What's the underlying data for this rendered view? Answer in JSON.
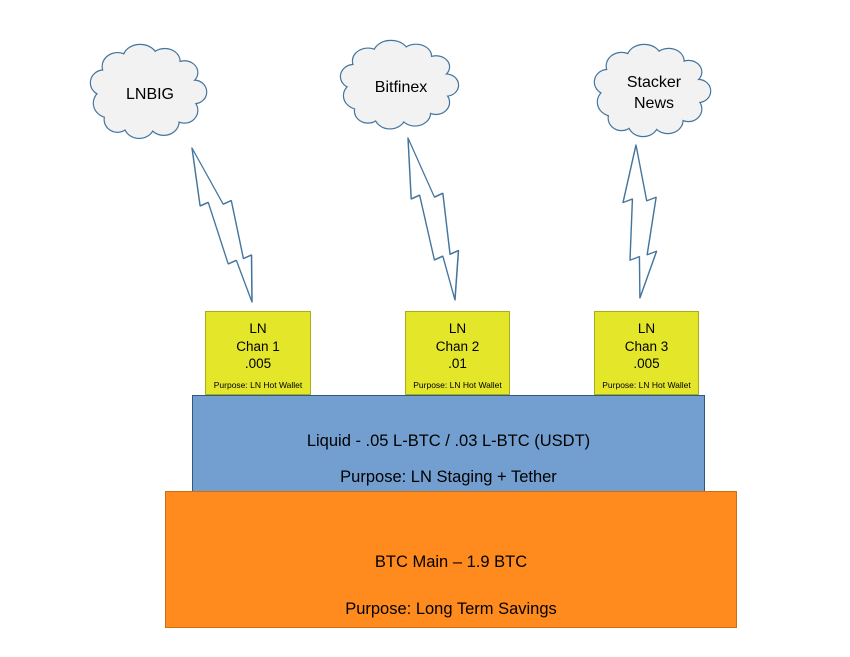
{
  "clouds": [
    {
      "label": "LNBIG"
    },
    {
      "label": "Bitfinex"
    },
    {
      "label": "Stacker News"
    }
  ],
  "channels": [
    {
      "line1": "LN",
      "line2": "Chan 1",
      "line3": ".005",
      "purpose": "Purpose: LN Hot Wallet"
    },
    {
      "line1": "LN",
      "line2": "Chan 2",
      "line3": ".01",
      "purpose": "Purpose: LN Hot Wallet"
    },
    {
      "line1": "LN",
      "line2": "Chan 3",
      "line3": ".005",
      "purpose": "Purpose: LN Hot Wallet"
    }
  ],
  "liquid": {
    "title": "Liquid - .05 L-BTC / .03 L-BTC (USDT)",
    "purpose": "Purpose: LN Staging + Tether"
  },
  "btc": {
    "title": "BTC Main – 1.9 BTC",
    "purpose": "Purpose: Long Term Savings"
  },
  "colors": {
    "cloud_fill": "#f2f2f2",
    "cloud_border": "#44759e",
    "bolt_fill": "#ffffff",
    "bolt_border": "#44759e",
    "channel_fill": "#e3e629",
    "channel_border": "#a9ad1c",
    "liquid_fill": "#729fcf",
    "liquid_border": "#31587f",
    "btc_fill": "#ff8a1e",
    "btc_border": "#cc6f12",
    "text": "#000000"
  }
}
